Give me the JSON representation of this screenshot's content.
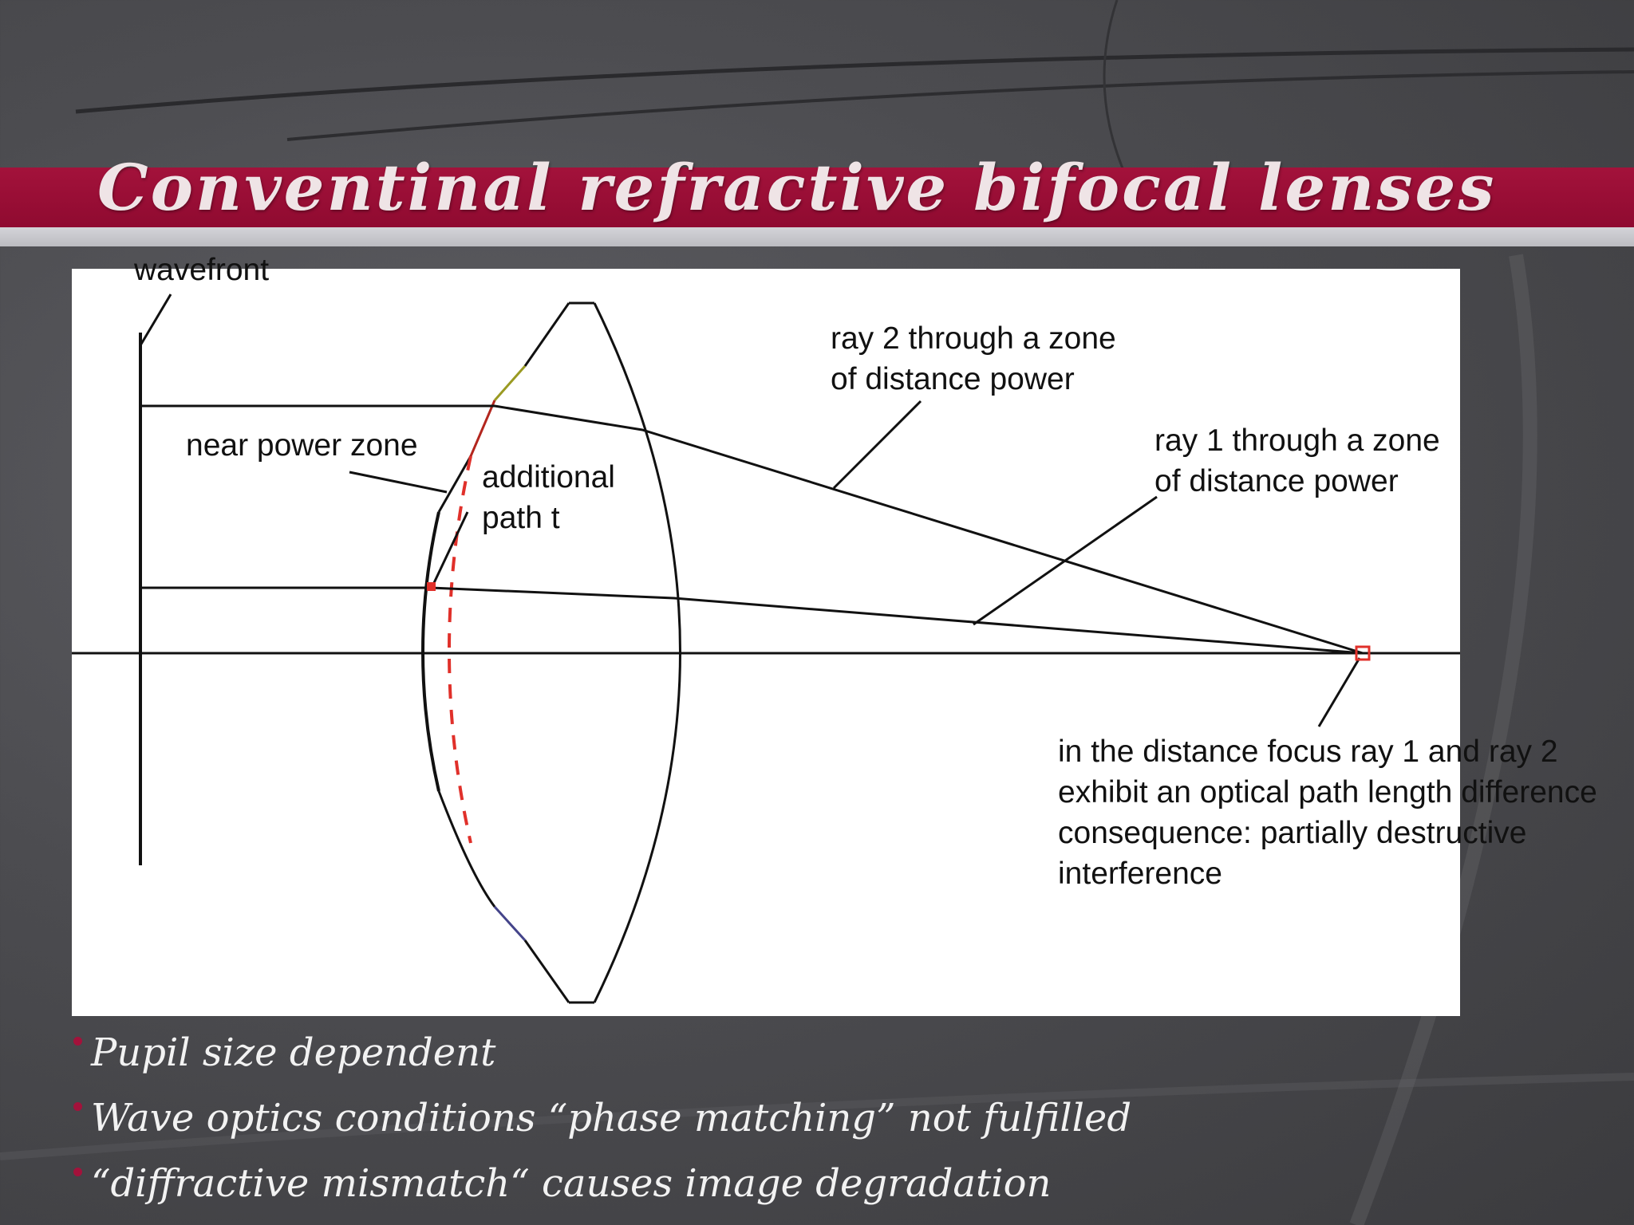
{
  "slide": {
    "title": "Conventinal refractive bifocal lenses"
  },
  "figure": {
    "labels": {
      "wavefront": "wavefront",
      "near_power_zone": "near power zone",
      "additional_path_line1": "additional",
      "additional_path_line2": "path t",
      "ray2_line1": "ray 2 through a zone",
      "ray2_line2": "of distance power",
      "ray1_line1": "ray 1 through a zone",
      "ray1_line2": "of distance power",
      "focus_line1": "in the distance focus ray 1 and ray 2",
      "focus_line2": "exhibit an optical path length difference",
      "focus_line3": "consequence: partially destructive",
      "focus_line4": "interference"
    }
  },
  "bullets": [
    "Pupil size dependent",
    "Wave optics conditions “phase matching” not fulfilled",
    "“diffractive mismatch“ causes image degradation"
  ],
  "colors": {
    "accent": "#a3123b",
    "background": "#4c4c50",
    "dashed_path": "#e0302a"
  }
}
